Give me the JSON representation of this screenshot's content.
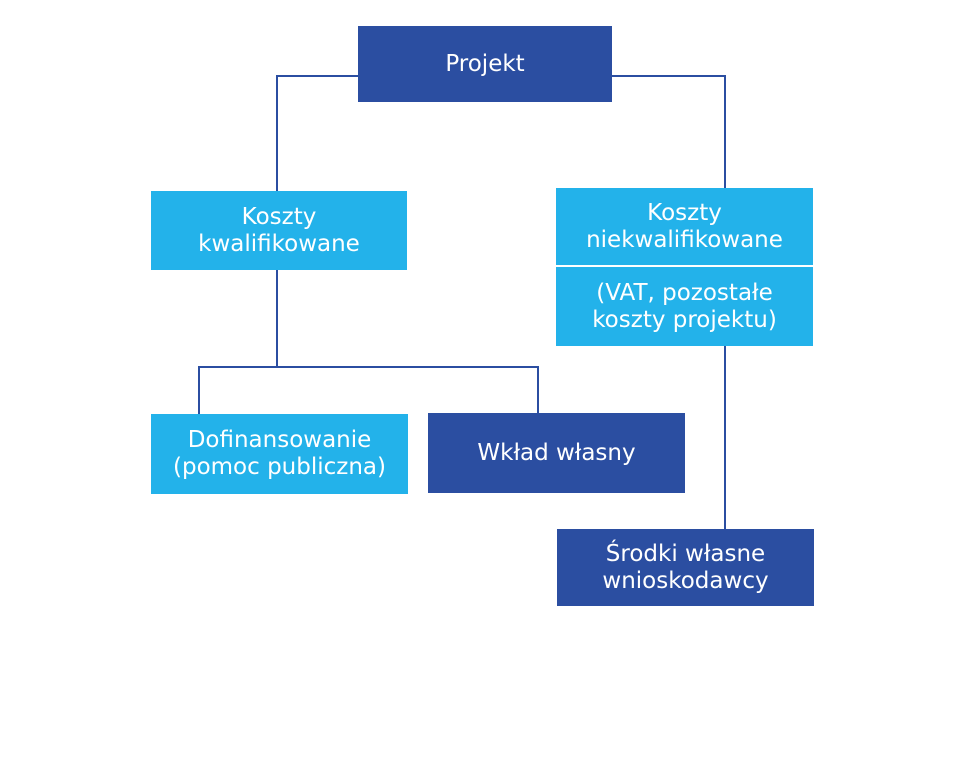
{
  "diagram": {
    "root": {
      "label": "Projekt"
    },
    "eligible_costs": {
      "line1": "Koszty",
      "line2": "kwalifikowane"
    },
    "ineligible_costs": {
      "line1": "Koszty",
      "line2": "niekwalifikowane",
      "detail_line1": "(VAT, pozostałe",
      "detail_line2": "koszty projektu)"
    },
    "cofinancing": {
      "line1": "Dofinansowanie",
      "line2": "(pomoc publiczna)"
    },
    "own_contribution": {
      "label": "Wkład własny"
    },
    "applicant_funds": {
      "line1": "Środki własne",
      "line2": "wnioskodawcy"
    }
  },
  "colors": {
    "dark_blue": "#2b4ea1",
    "light_blue": "#23b2ea",
    "text": "#ffffff"
  }
}
